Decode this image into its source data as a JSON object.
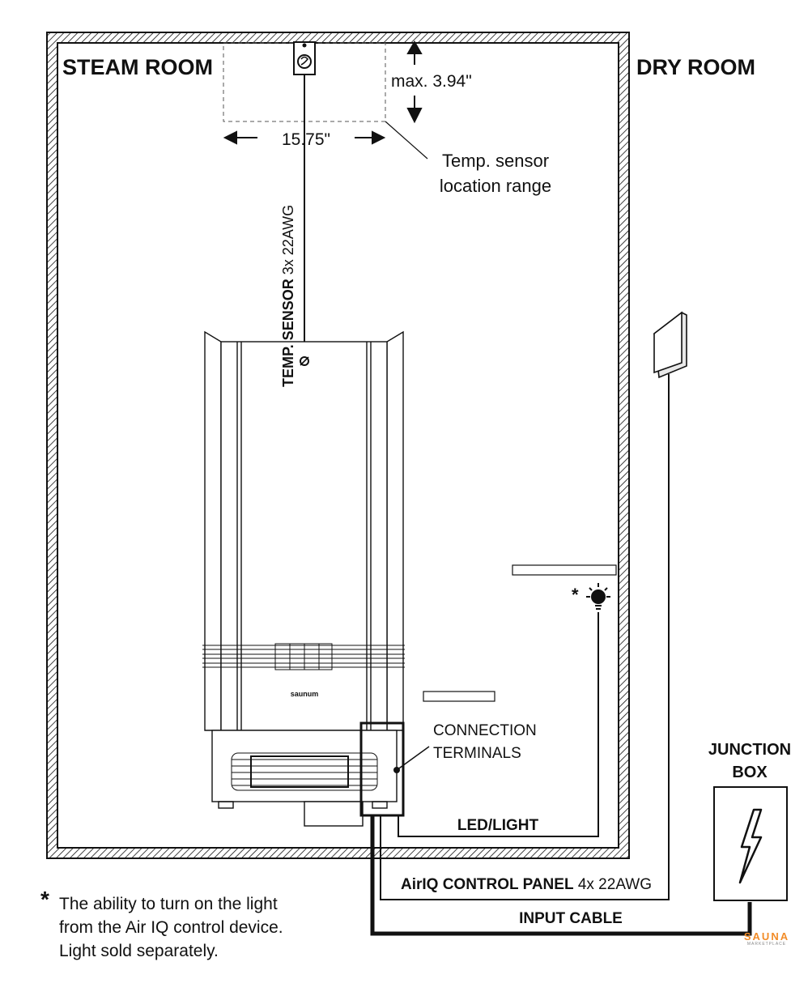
{
  "labels": {
    "steam_room": "STEAM ROOM",
    "dry_room": "DRY ROOM",
    "max_height": "max. 3.94\"",
    "width": "15.75\"",
    "sensor_range_line1": "Temp. sensor",
    "sensor_range_line2": "location range",
    "temp_sensor_bold": "TEMP. SENSOR",
    "temp_sensor_spec": " 3x 22AWG",
    "connection_line1": "CONNECTION",
    "connection_line2": "TERMINALS",
    "junction_line1": "JUNCTION",
    "junction_line2": "BOX",
    "led_light": "LED/LIGHT",
    "control_panel_bold": "AirIQ CONTROL PANEL",
    "control_panel_spec": " 4x 22AWG",
    "input_cable": "INPUT CABLE",
    "heater_brand": "saunum",
    "asterisk": "*"
  },
  "footnote": {
    "star": "*",
    "line1": "The ability to turn on the light",
    "line2": "from the Air IQ control device.",
    "line3": "Light sold separately."
  },
  "logo": {
    "name": "SAUNA",
    "sub": "MARKETPLACE",
    "color": "#f28c28"
  },
  "colors": {
    "line": "#111111",
    "wall_fill": "#ffffff"
  }
}
